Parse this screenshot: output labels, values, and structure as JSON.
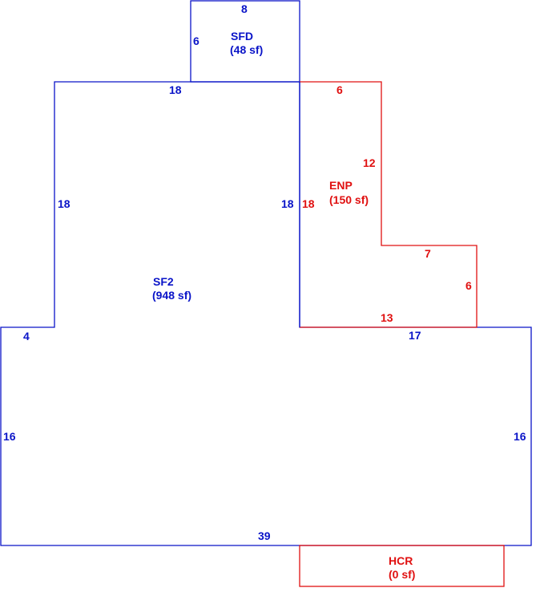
{
  "colors": {
    "blue": "#0a14c8",
    "red": "#e01010"
  },
  "areas": {
    "sfd": {
      "name": "SFD",
      "size": "(48 sf)"
    },
    "sf2": {
      "name": "SF2",
      "size": "(948 sf)"
    },
    "enp": {
      "name": "ENP",
      "size": "(150 sf)"
    },
    "hcr": {
      "name": "HCR",
      "size": "(0 sf)"
    }
  },
  "dims": {
    "sfd_top": "8",
    "sfd_left": "6",
    "sf2_top": "18",
    "sf2_left_upper": "18",
    "sf2_right_upper": "18",
    "sf2_left_step": "4",
    "sf2_left_lower": "16",
    "sf2_right_lower": "16",
    "sf2_right_step": "17",
    "sf2_bottom": "39",
    "enp_top": "6",
    "enp_right_upper": "12",
    "enp_left": "18",
    "enp_step": "7",
    "enp_right_lower": "6",
    "enp_bottom": "13"
  }
}
